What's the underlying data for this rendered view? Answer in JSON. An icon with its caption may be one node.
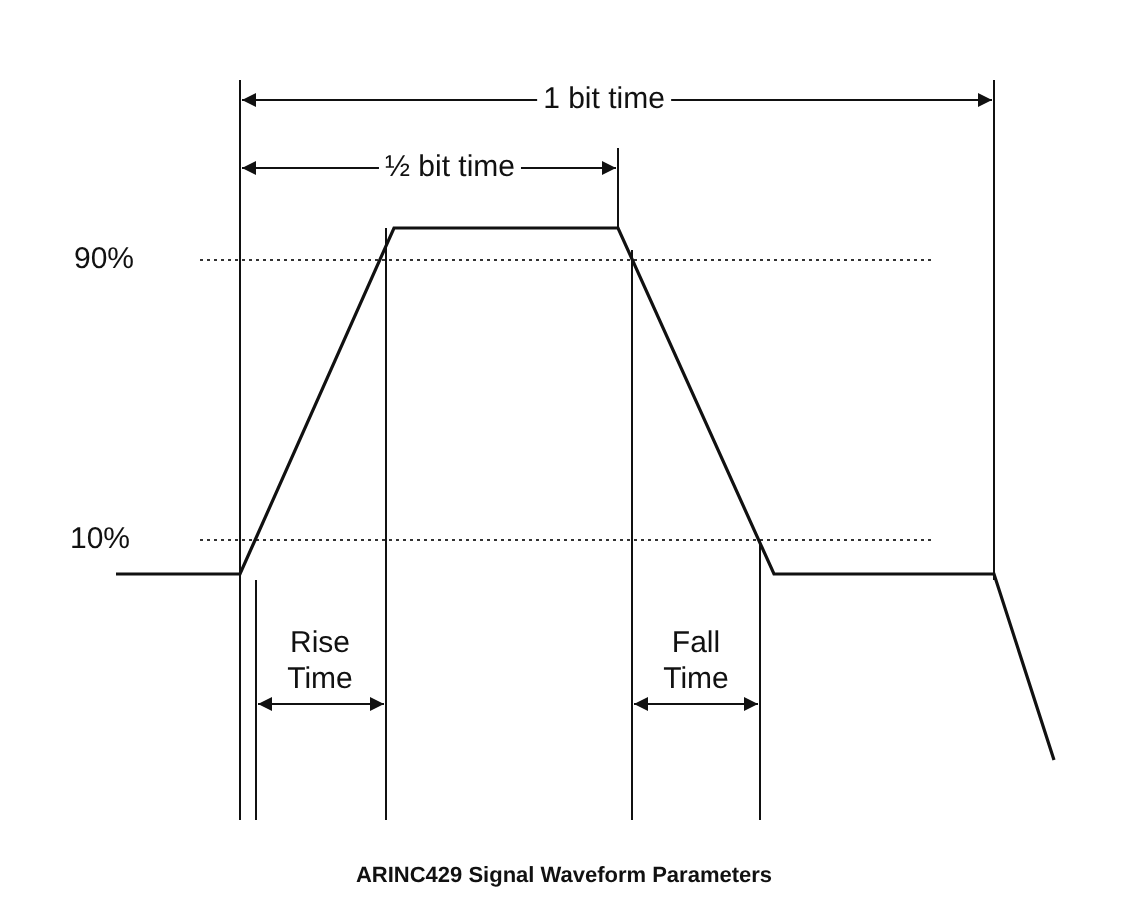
{
  "diagram": {
    "caption": "ARINC429 Signal Waveform Parameters",
    "labels": [
      "1 bit time",
      "½ bit time",
      "90%",
      "10%",
      "Rise Time",
      "Fall Time"
    ]
  }
}
